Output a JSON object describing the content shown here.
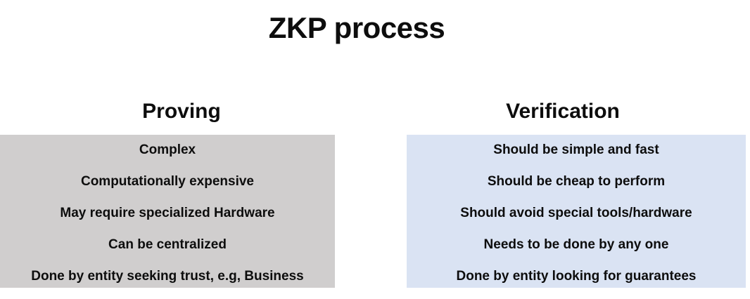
{
  "title": "ZKP process",
  "colors": {
    "background": "#ffffff",
    "text": "#0d0d0d",
    "proving_bg": "#d0cece",
    "verification_bg": "#dae3f3"
  },
  "columns": [
    {
      "header": "Proving",
      "items": [
        "Complex",
        "Computationally expensive",
        "May require specialized Hardware",
        "Can be centralized",
        "Done by entity seeking trust, e.g, Business"
      ]
    },
    {
      "header": "Verification",
      "items": [
        "Should be simple and fast",
        "Should be cheap to perform",
        "Should avoid special tools/hardware",
        "Needs to be done by any one",
        "Done by entity looking for guarantees"
      ]
    }
  ]
}
